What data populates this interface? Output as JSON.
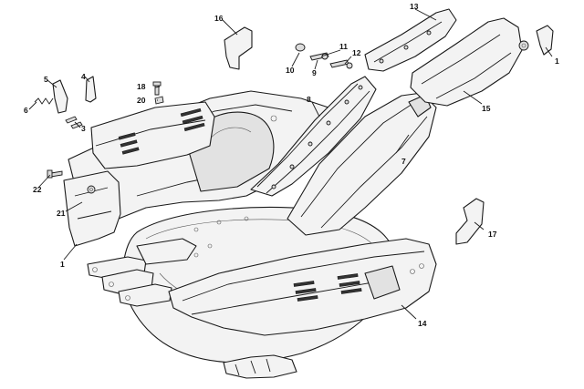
{
  "diagram": {
    "callouts": [
      {
        "id": "c1a",
        "label": "1"
      },
      {
        "id": "c1b",
        "label": "1"
      },
      {
        "id": "c3",
        "label": "3"
      },
      {
        "id": "c4",
        "label": "4"
      },
      {
        "id": "c5",
        "label": "5"
      },
      {
        "id": "c6",
        "label": "6"
      },
      {
        "id": "c7",
        "label": "7"
      },
      {
        "id": "c8",
        "label": "8"
      },
      {
        "id": "c9",
        "label": "9"
      },
      {
        "id": "c10",
        "label": "10"
      },
      {
        "id": "c11",
        "label": "11"
      },
      {
        "id": "c12",
        "label": "12"
      },
      {
        "id": "c13",
        "label": "13"
      },
      {
        "id": "c14",
        "label": "14"
      },
      {
        "id": "c15",
        "label": "15"
      },
      {
        "id": "c16",
        "label": "16"
      },
      {
        "id": "c17",
        "label": "17"
      },
      {
        "id": "c18",
        "label": "18"
      },
      {
        "id": "c20",
        "label": "20"
      },
      {
        "id": "c21",
        "label": "21"
      },
      {
        "id": "c22",
        "label": "22"
      }
    ]
  }
}
